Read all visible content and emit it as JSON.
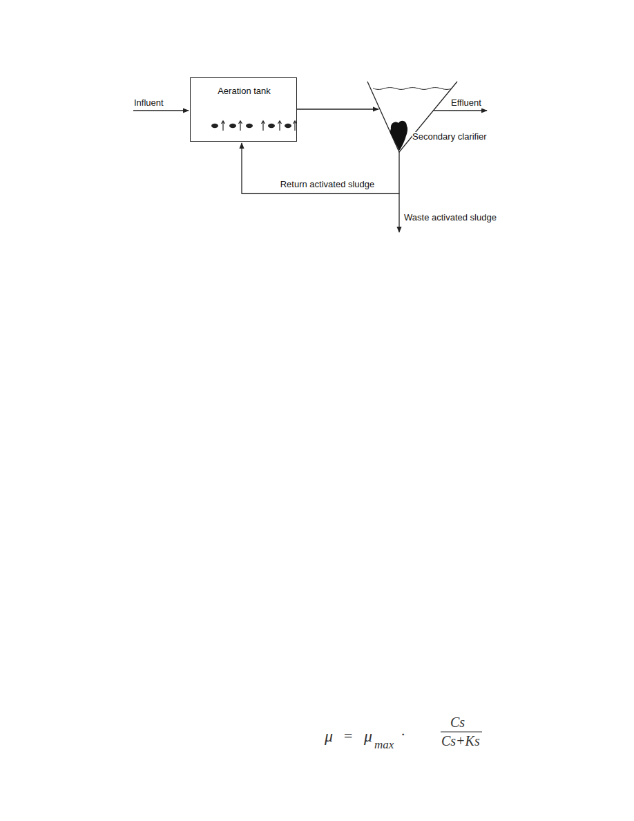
{
  "diagram": {
    "nodes": [
      {
        "text": [
          "Aeration tank"
        ]
      },
      {
        "text": [
          "Secondary clarifier"
        ]
      }
    ],
    "edges": [
      {
        "from": 0,
        "to": 1,
        "arrow": "to"
      },
      {
        "from": 1,
        "to": 0,
        "label": "Return activated sludge",
        "arrow": "to"
      }
    ],
    "labels": [
      "Influent",
      "Effluent",
      "Waste activated sludge",
      "μ",
      "=",
      "μ",
      "max",
      "·",
      "Cs",
      "Cs+Ks"
    ]
  }
}
